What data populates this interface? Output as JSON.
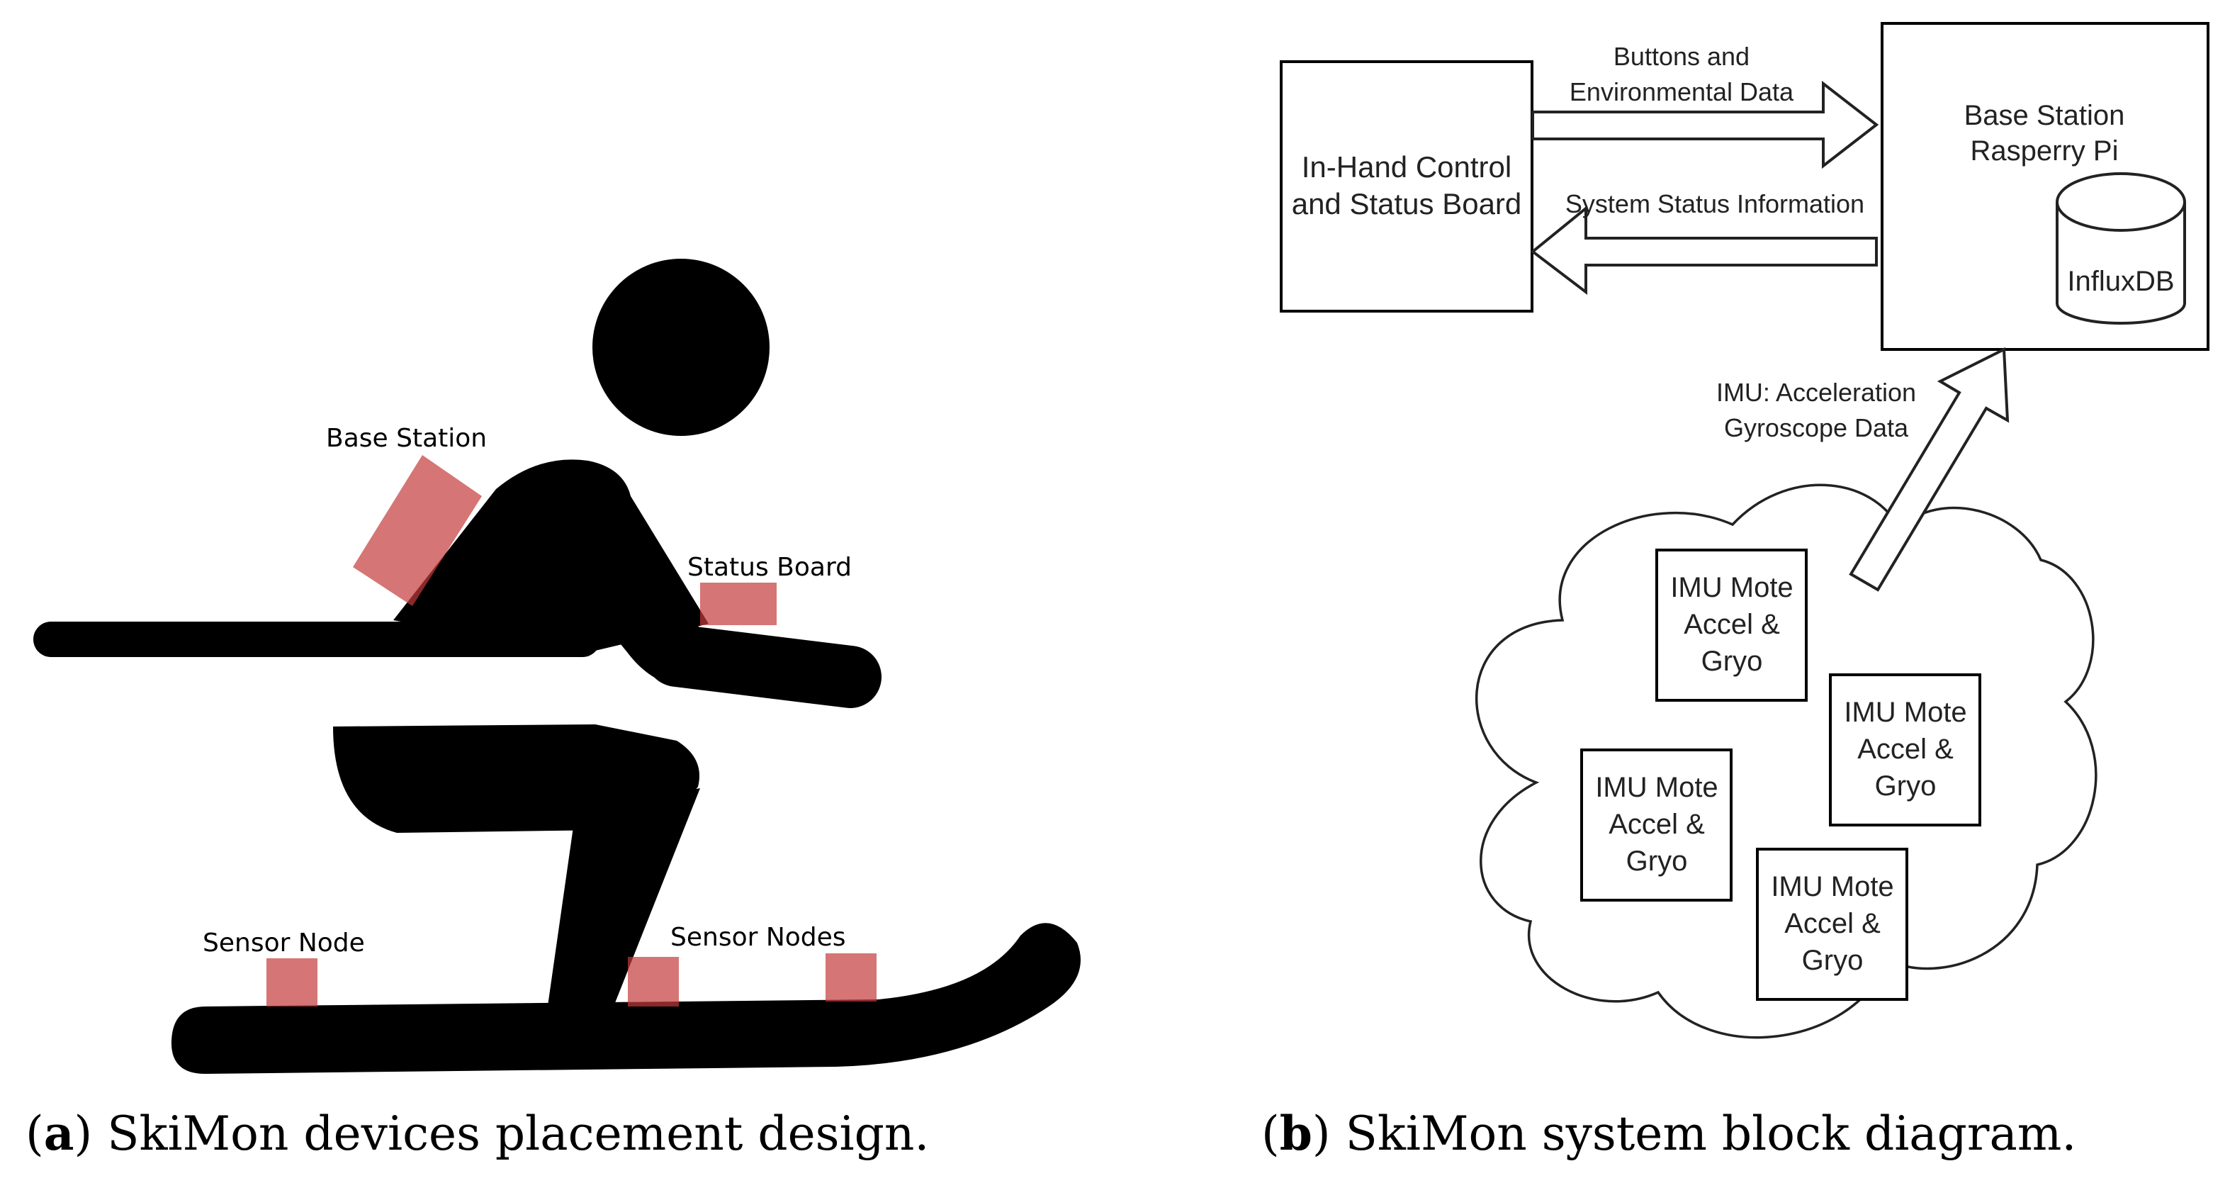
{
  "panel_a": {
    "labels": {
      "base_station": "Base Station",
      "status_board": "Status Board",
      "sensor_node": "Sensor Node",
      "sensor_nodes": "Sensor Nodes"
    },
    "caption_letter": "a",
    "caption_text": ") SkiMon devices placement design.",
    "marker_color": "#d57070",
    "figure_color": "#000000"
  },
  "panel_b": {
    "control_board": {
      "line1": "In-Hand Control",
      "line2": "and Status Board"
    },
    "base_station": {
      "line1": "Base Station",
      "line2": "Rasperry Pi"
    },
    "database": "InfluxDB",
    "arrow_to_base": {
      "line1": "Buttons and",
      "line2": "Environmental Data"
    },
    "arrow_to_board": "System Status Information",
    "arrow_imu": {
      "line1": "IMU: Acceleration",
      "line2": "Gyroscope Data"
    },
    "motes": [
      {
        "line1": "IMU Mote",
        "line2": "Accel &",
        "line3": "Gryo"
      },
      {
        "line1": "IMU Mote",
        "line2": "Accel &",
        "line3": "Gryo"
      },
      {
        "line1": "IMU Mote",
        "line2": "Accel &",
        "line3": "Gryo"
      },
      {
        "line1": "IMU Mote",
        "line2": "Accel &",
        "line3": "Gryo"
      }
    ],
    "caption_letter": "b",
    "caption_text": ") SkiMon system block diagram."
  }
}
